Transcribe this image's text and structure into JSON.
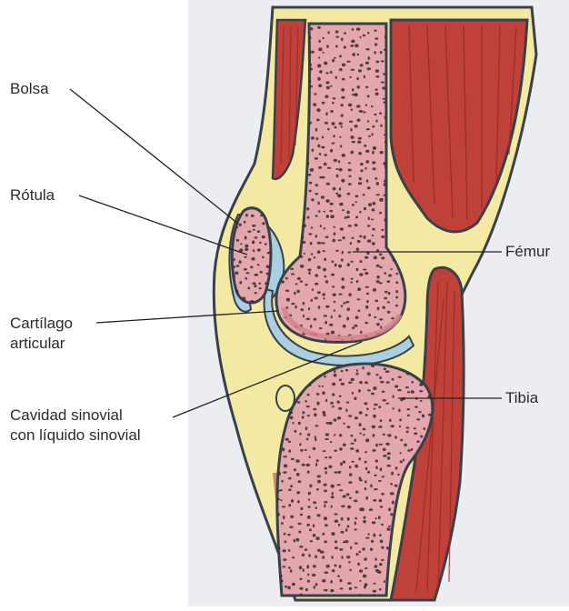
{
  "labels": {
    "bolsa": "Bolsa",
    "rotula": "Rótula",
    "cartilago_line1": "Cartílago",
    "cartilago_line2": "articular",
    "cavidad_line1": "Cavidad sinovial",
    "cavidad_line2": "con líquido sinovial",
    "femur": "Fémur",
    "tibia": "Tibia"
  },
  "colors": {
    "panel_background": "#ecedf1",
    "muscle": "#c0413a",
    "muscle_stripe": "#8e2a25",
    "bone": "#e3a7ad",
    "bone_edge": "#d4838b",
    "bone_pore": "#3a2a33",
    "fat": "#f4e9a3",
    "bursa_fluid": "#a9cfe0",
    "outline": "#38404a",
    "leader_line": "#222222"
  }
}
